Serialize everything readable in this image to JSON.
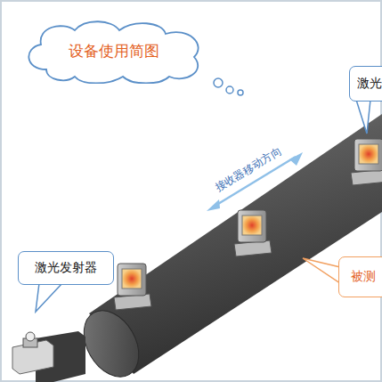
{
  "diagram": {
    "nodes": [
      {
        "text": [
          "设备使用简图"
        ]
      },
      {
        "text": [
          "激光发射器"
        ]
      },
      {
        "text": [
          "激光"
        ]
      },
      {
        "text": [
          "被测"
        ]
      }
    ],
    "labels": [
      "接收器移动方向"
    ]
  }
}
